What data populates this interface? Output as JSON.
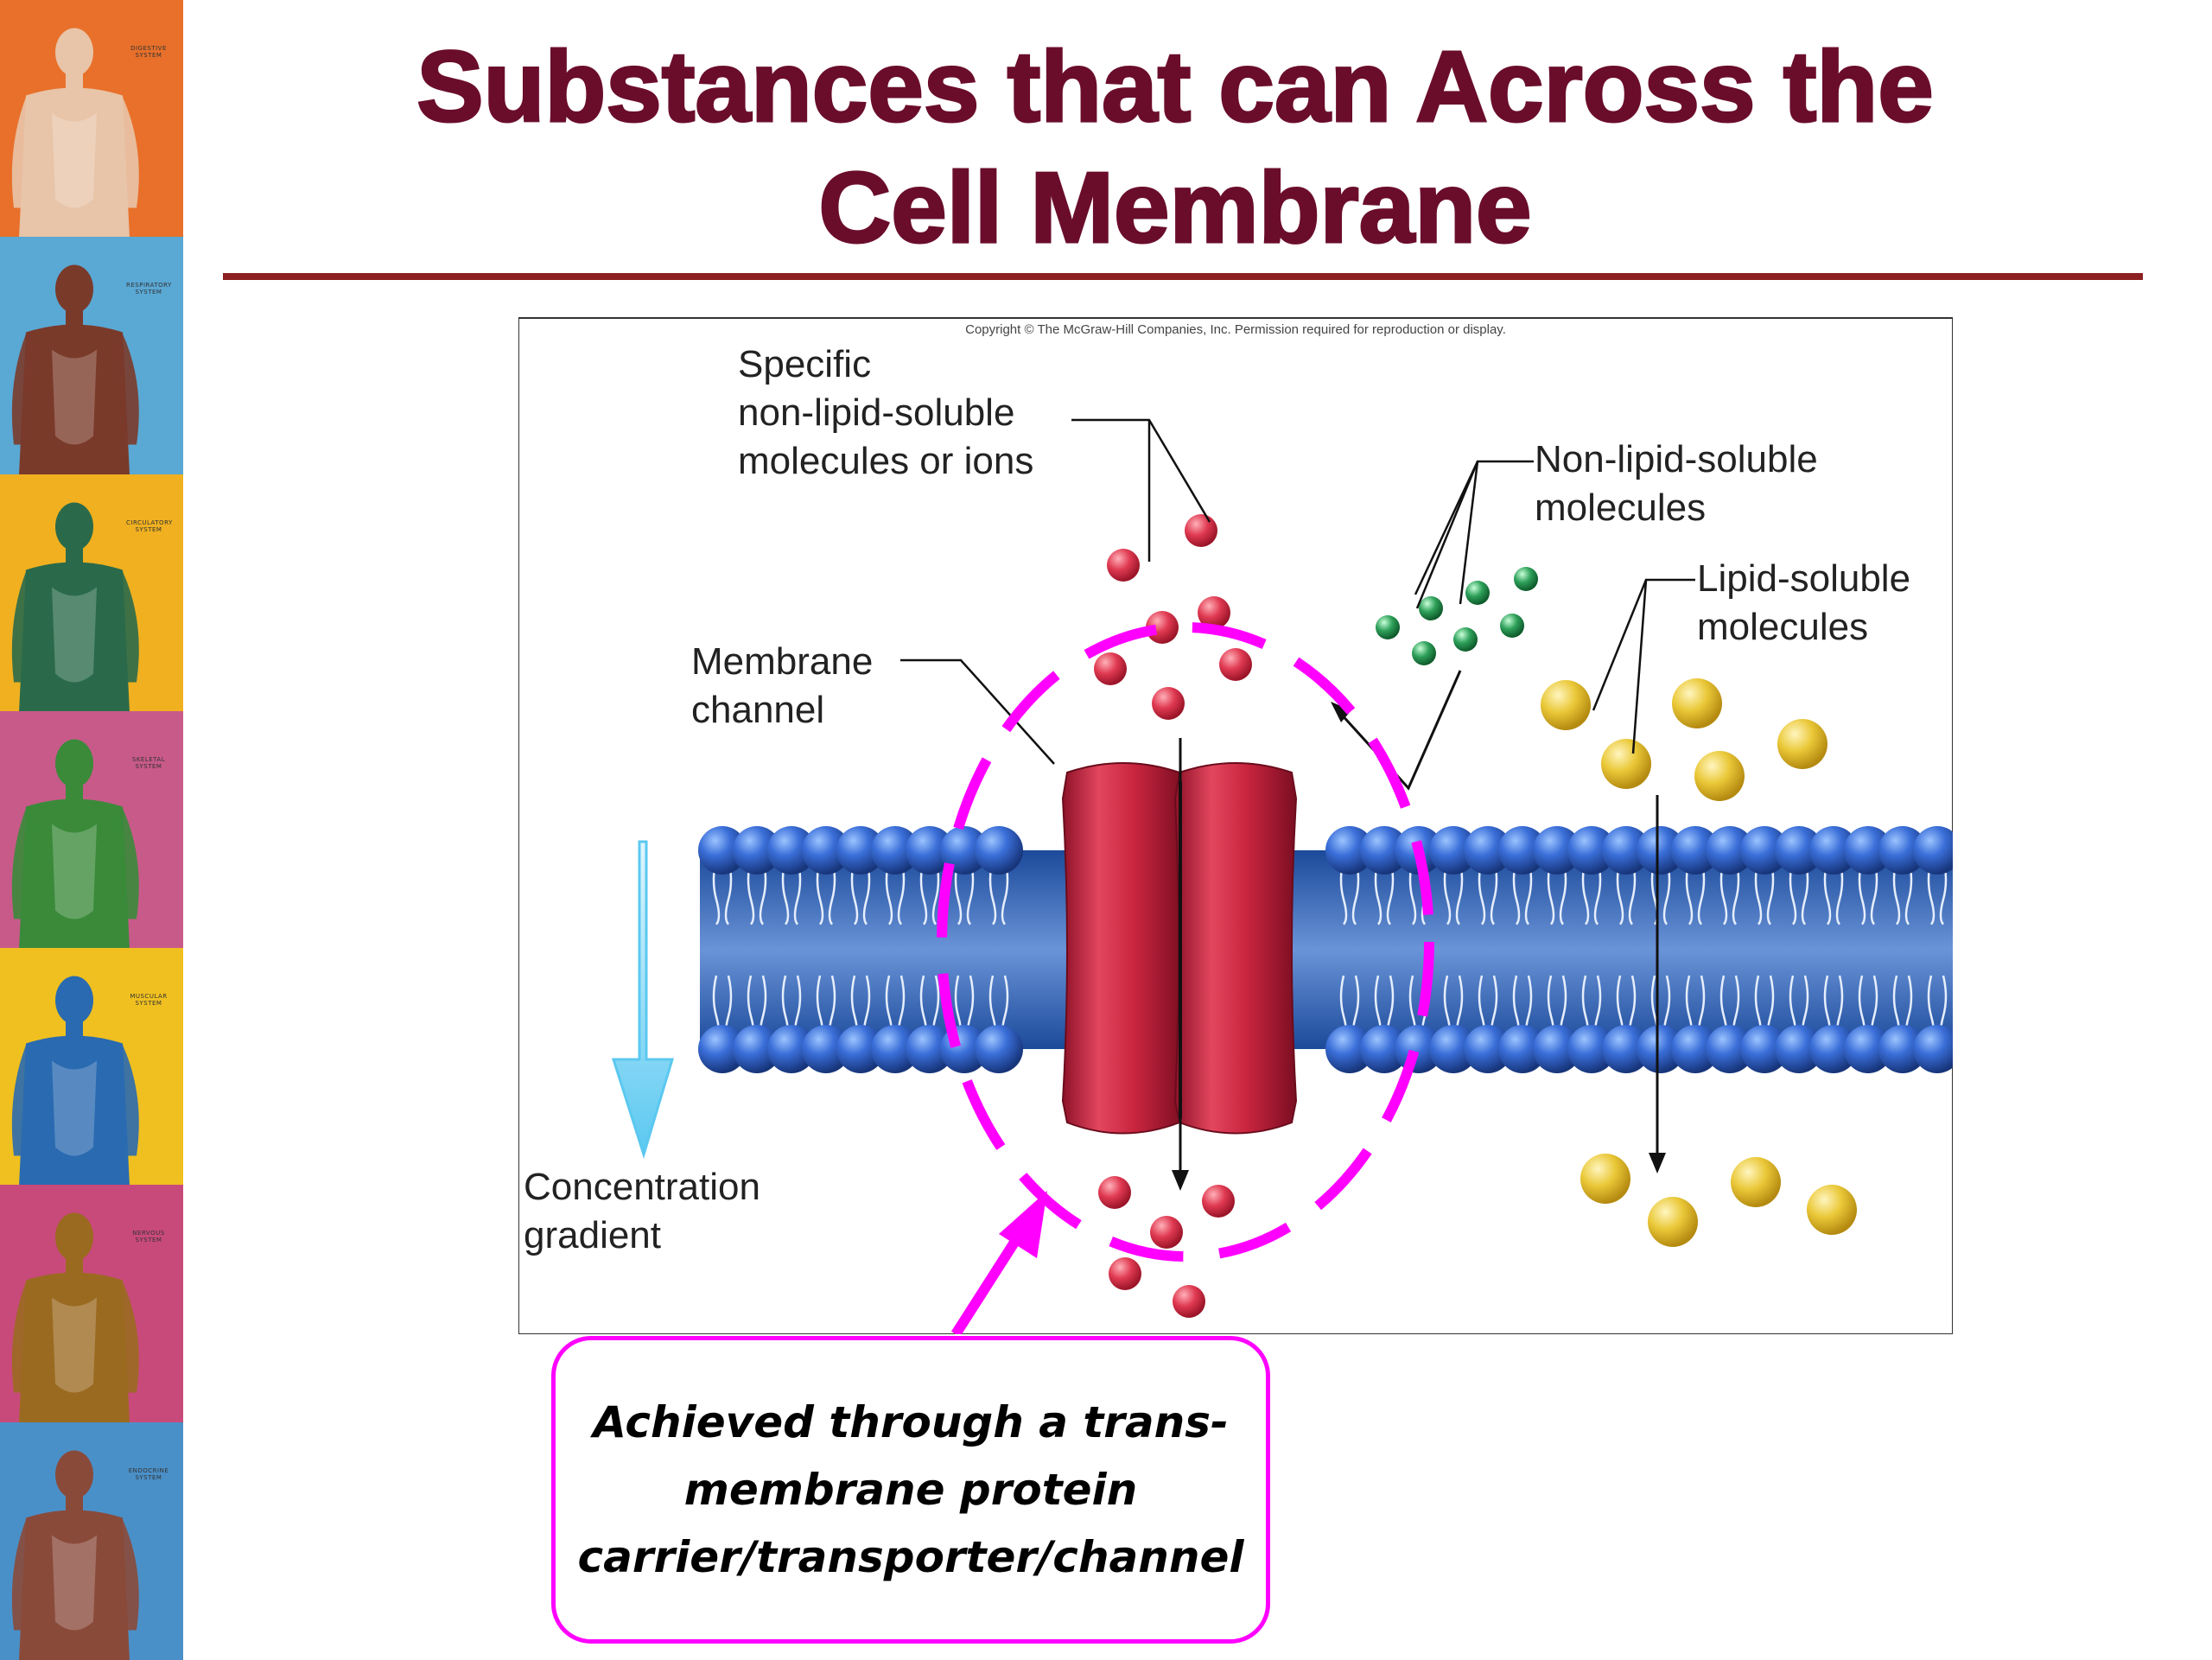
{
  "slide": {
    "title_line1": "Substances that can Across the",
    "title_line2": "Cell Membrane"
  },
  "side_strip": {
    "panels": [
      {
        "system": "digestive",
        "label": "DIGESTIVE SYSTEM",
        "bg": "#e8702a",
        "figure": "#e8c4a8"
      },
      {
        "system": "respiratory",
        "label": "RESPIRATORY SYSTEM",
        "bg": "#5aa8d4",
        "figure": "#7a3a2a"
      },
      {
        "system": "circulatory",
        "label": "CIRCULATORY SYSTEM",
        "bg": "#f0b020",
        "figure": "#2a6a4a"
      },
      {
        "system": "skeletal",
        "label": "SKELETAL SYSTEM",
        "bg": "#c85a8a",
        "figure": "#3a8a3a"
      },
      {
        "system": "muscular",
        "label": "MUSCULAR SYSTEM",
        "bg": "#f0c020",
        "figure": "#2a6ab0"
      },
      {
        "system": "nervous",
        "label": "NERVOUS SYSTEM",
        "bg": "#c84a7a",
        "figure": "#9a6a20"
      },
      {
        "system": "endocrine",
        "label": "ENDOCRINE SYSTEM",
        "bg": "#4a90c8",
        "figure": "#8a4a3a"
      }
    ]
  },
  "figure": {
    "copyright": "Copyright © The McGraw-Hill Companies, Inc. Permission required for reproduction or display.",
    "labels": {
      "specific_line1": "Specific",
      "specific_line2": "non-lipid-soluble",
      "specific_line3": "molecules or ions",
      "nonlipid_line1": "Non-lipid-soluble",
      "nonlipid_line2": "molecules",
      "lipid_line1": "Lipid-soluble",
      "lipid_line2": "molecules",
      "channel_line1": "Membrane",
      "channel_line2": "channel",
      "gradient_line1": "Concentration",
      "gradient_line2": "gradient"
    },
    "colors": {
      "ion": "#d8324a",
      "non_lipid": "#2ea05a",
      "lipid": "#e8c030",
      "channel": "#c8243e",
      "membrane": "#2a5aa8",
      "highlight": "#ff00ff",
      "gradient_arrow": "#5bc8f0"
    }
  },
  "callout": {
    "text": "Achieved through a trans-membrane protein carrier/transporter/channel"
  }
}
